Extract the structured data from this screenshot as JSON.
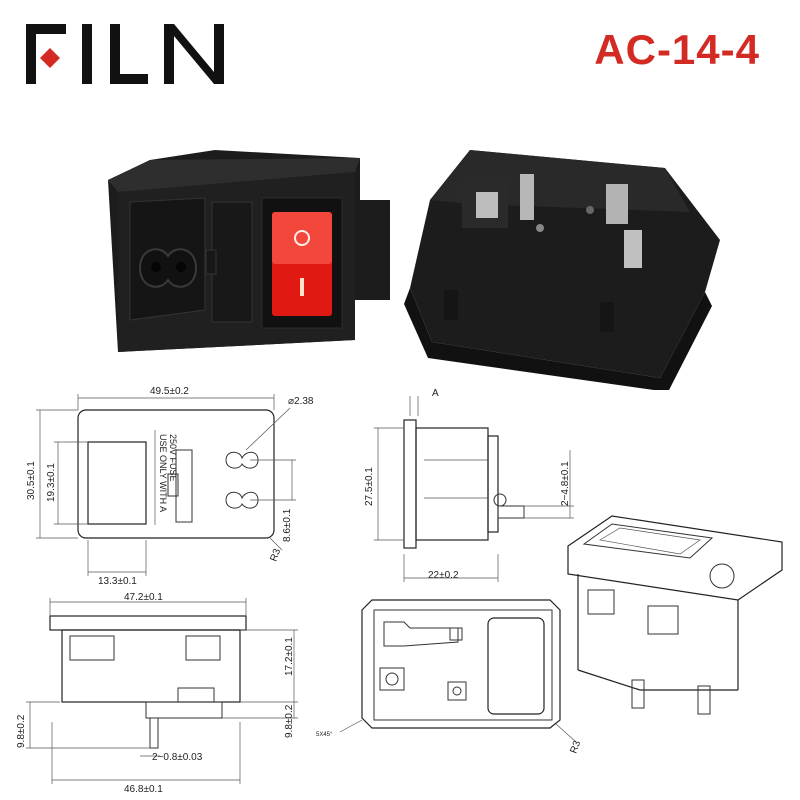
{
  "brand": {
    "name": "FILN",
    "logo_color": "#d42a24",
    "text_color": "#111111"
  },
  "model": {
    "label": "AC-14-4",
    "color": "#d42a24"
  },
  "photos": {
    "front_switch_color": "#e01a12",
    "housing_color": "#1c1c1c",
    "switch_marks": [
      "O",
      "I"
    ]
  },
  "front_view": {
    "width": "49.5±0.2",
    "hole": "⌀2.38",
    "height": "30.5±0.1",
    "window_height": "19.3±0.1",
    "window_width": "13.3±0.1",
    "pin_spacing": "8.6±0.1",
    "radius": "R3",
    "fuse_label_1": "USE ONLY WITH A",
    "fuse_label_2": "250V FUSE"
  },
  "side_view": {
    "marker": "A",
    "height": "27.5±0.1",
    "tab": "2~4.8±0.1",
    "depth": "22±0.2"
  },
  "bottom_view": {
    "top_width": "47.2±0.1",
    "body_height": "17.2±0.1",
    "flange_height": "9.8±0.2",
    "left_height": "9.8±0.2",
    "panel": "2~0.8±0.03",
    "bottom_width": "46.8±0.1"
  },
  "rear_view": {
    "angle": "5X45°",
    "radius": "R3"
  }
}
